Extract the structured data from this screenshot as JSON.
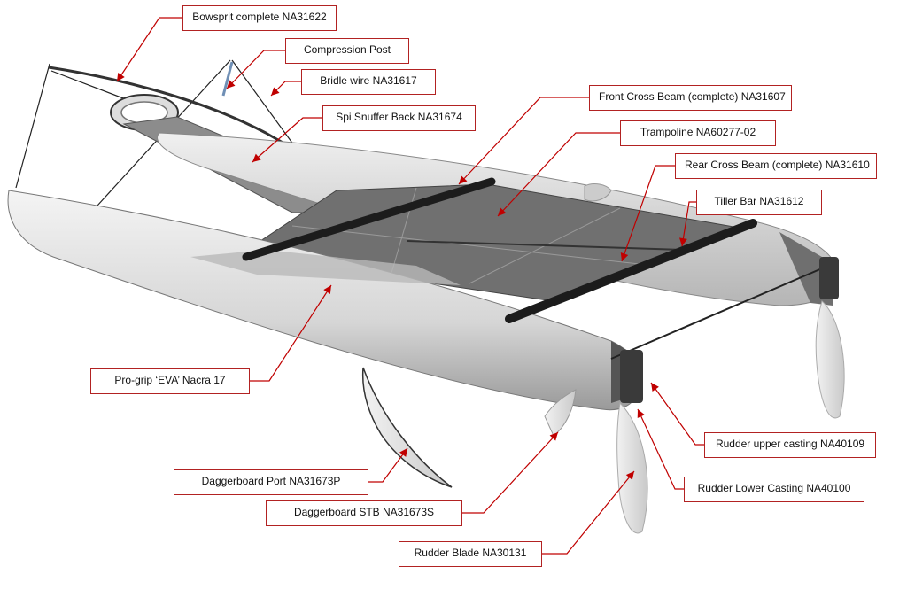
{
  "diagram": {
    "leader_color": "#c00000",
    "labels": [
      {
        "id": "bowsprit",
        "text": "Bowsprit complete NA31622"
      },
      {
        "id": "compression-post",
        "text": "Compression Post"
      },
      {
        "id": "bridle-wire",
        "text": "Bridle wire NA31617"
      },
      {
        "id": "front-cross-beam",
        "text": "Front Cross Beam (complete) NA31607"
      },
      {
        "id": "spi-snuffer",
        "text": "Spi Snuffer Back NA31674"
      },
      {
        "id": "trampoline",
        "text": "Trampoline NA60277-02"
      },
      {
        "id": "rear-cross-beam",
        "text": "Rear Cross Beam (complete) NA31610"
      },
      {
        "id": "tiller-bar",
        "text": "Tiller Bar NA31612"
      },
      {
        "id": "pro-grip",
        "text": "Pro-grip ‘EVA’ Nacra 17"
      },
      {
        "id": "rudder-upper",
        "text": "Rudder upper casting NA40109"
      },
      {
        "id": "daggerboard-port",
        "text": "Daggerboard Port NA31673P"
      },
      {
        "id": "rudder-lower",
        "text": "Rudder Lower Casting NA40100"
      },
      {
        "id": "daggerboard-stb",
        "text": "Daggerboard STB NA31673S"
      },
      {
        "id": "rudder-blade",
        "text": "Rudder Blade NA30131"
      }
    ]
  }
}
